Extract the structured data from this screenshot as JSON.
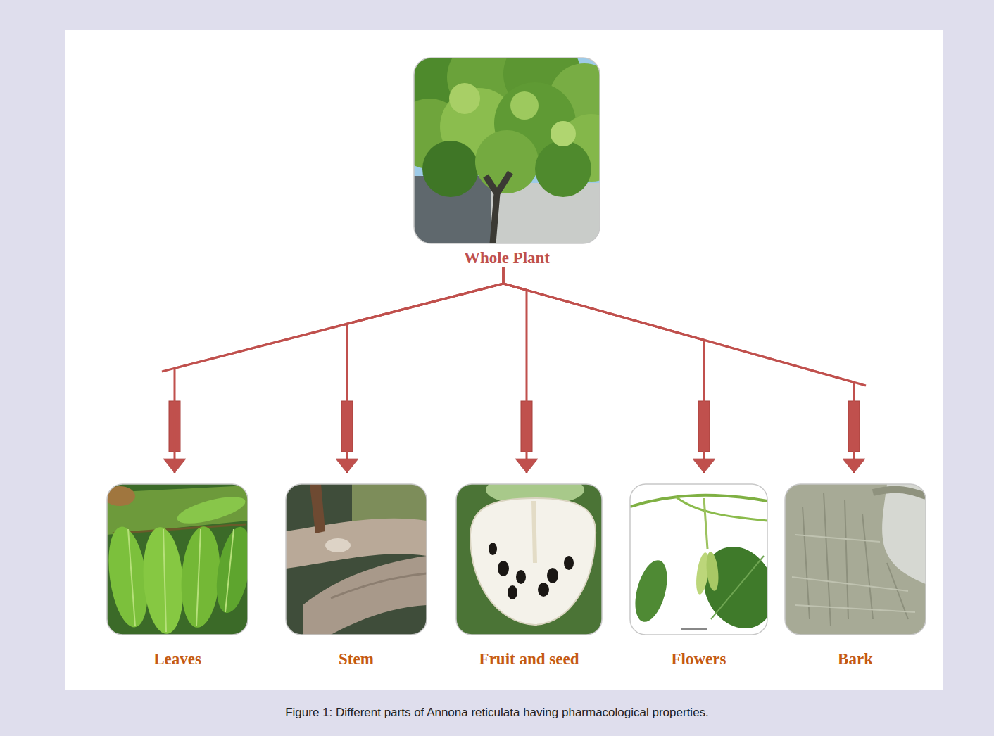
{
  "diagram": {
    "caption": "Figure 1: Different parts of Annona reticulata having pharmacological properties.",
    "nodes": [
      {
        "text": [
          "Whole Plant"
        ]
      },
      {
        "text": [
          "Leaves"
        ]
      },
      {
        "text": [
          "Stem"
        ]
      },
      {
        "text": [
          "Fruit and seed"
        ]
      },
      {
        "text": [
          "Flowers"
        ]
      },
      {
        "text": [
          "Bark"
        ]
      }
    ],
    "edges": [
      {
        "from": 0,
        "to": 1,
        "arrow": "to"
      },
      {
        "from": 0,
        "to": 2,
        "arrow": "to"
      },
      {
        "from": 0,
        "to": 3,
        "arrow": "to"
      },
      {
        "from": 0,
        "to": 4,
        "arrow": "to"
      },
      {
        "from": 0,
        "to": 5,
        "arrow": "to"
      }
    ]
  }
}
